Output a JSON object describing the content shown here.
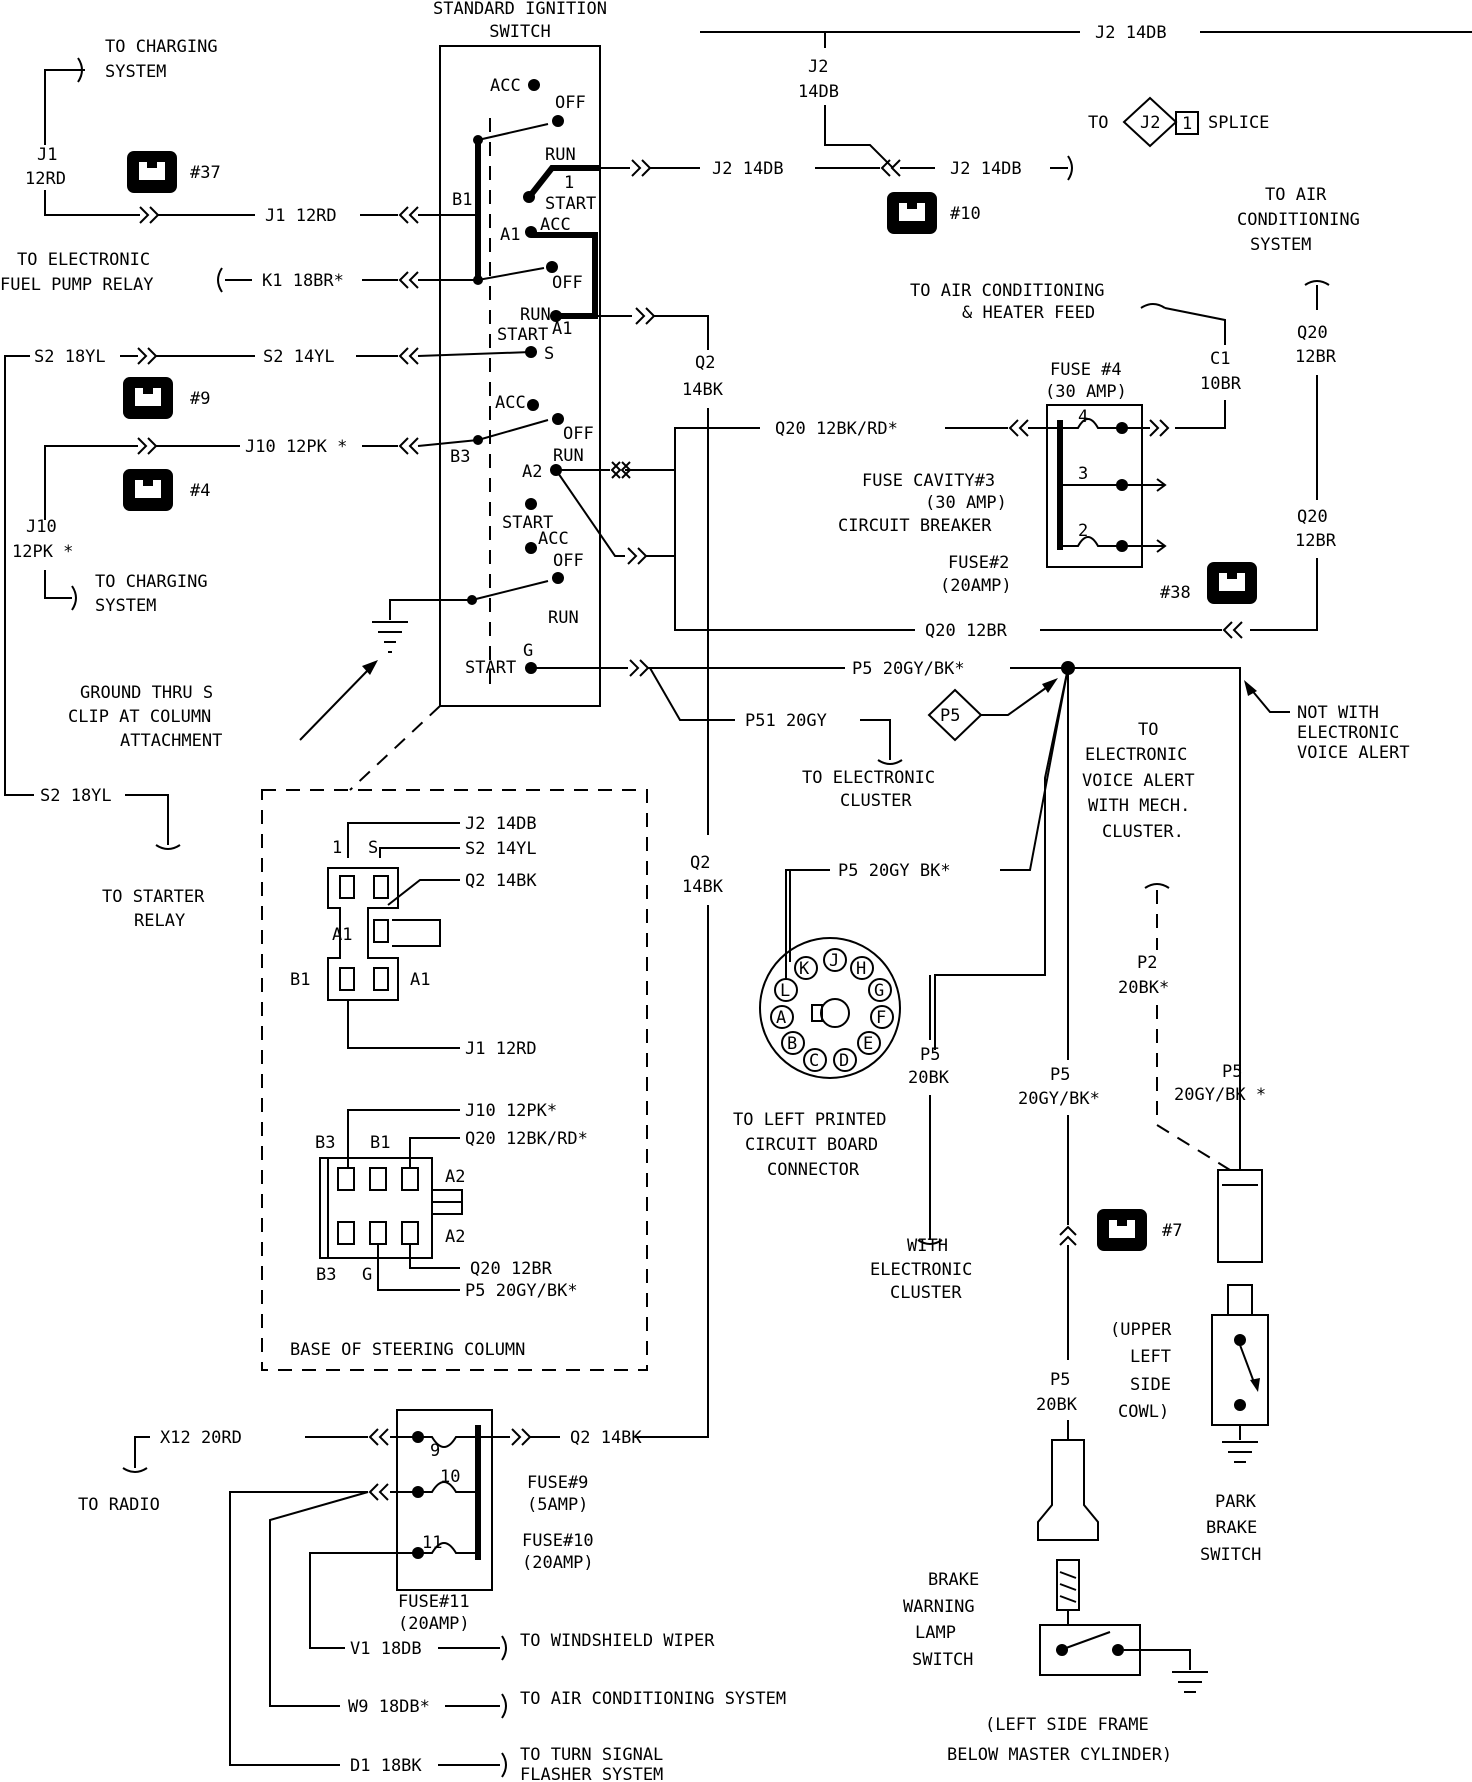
{
  "title": {
    "line1": "STANDARD IGNITION",
    "line2": "SWITCH"
  },
  "switch_labels": {
    "acc": "ACC",
    "off": "OFF",
    "run": "RUN",
    "start": "START",
    "b1": "B1",
    "a1": "A1",
    "b3": "B3",
    "a2": "A2",
    "s": "S",
    "g": "G",
    "num1": "1"
  },
  "wires": {
    "j1_12rd": "J1 12RD",
    "j1": "J1",
    "rd12": "12RD",
    "k1_18br": "K1 18BR*",
    "s2_14yl": "S2 14YL",
    "s2_18yl": "S2 18YL",
    "j10_12pk": "J10 12PK *",
    "j10": "J10",
    "pk12": "12PK *",
    "j2_14db": "J2 14DB",
    "j2": "J2",
    "db14": "14DB",
    "q2": "Q2",
    "bk14": "14BK",
    "q2_14bk": "Q2 14BK",
    "q20_12bkrd": "Q20 12BK/RD*",
    "q20_12br": "Q20 12BR",
    "q20": "Q20",
    "br12": "12BR",
    "c1": "C1",
    "br10": "10BR",
    "p5_20gybk": "P5 20GY/BK*",
    "p51_20gy": "P51 20GY",
    "p5_20gybk_b": "P5 20GY BK*",
    "p5": "P5",
    "bk20": "20BK",
    "gybk20": "20GY/BK*",
    "gybk20b": "20GY/BK *",
    "p2": "P2",
    "bk20s": "20BK*",
    "x12_20rd": "X12 20RD",
    "v1_18db": "V1 18DB",
    "w9_18db": "W9 18DB*",
    "d1_18bk": "D1 18BK"
  },
  "destinations": {
    "charging1": [
      "TO CHARGING",
      "SYSTEM"
    ],
    "fuel_pump": [
      "TO ELECTRONIC",
      "FUEL PUMP RELAY"
    ],
    "charging2": [
      "TO CHARGING",
      "SYSTEM"
    ],
    "ground_clip": [
      "GROUND THRU S",
      "CLIP AT COLUMN",
      "ATTACHMENT"
    ],
    "starter": [
      "TO STARTER",
      "RELAY"
    ],
    "splice_to": "TO",
    "splice_j2": "J2",
    "splice_num": "1",
    "splice_word": "SPLICE",
    "air_cond": [
      "TO AIR",
      "CONDITIONING",
      "SYSTEM"
    ],
    "ac_heater": [
      "TO AIR CONDITIONING",
      "& HEATER FEED"
    ],
    "elec_cluster": [
      "TO ELECTRONIC",
      "CLUSTER"
    ],
    "not_with": [
      "NOT WITH",
      "ELECTRONIC",
      "VOICE ALERT"
    ],
    "voice_alert": [
      "TO",
      "ELECTRONIC",
      "VOICE ALERT",
      "WITH MECH.",
      "CLUSTER."
    ],
    "left_pcb": [
      "TO LEFT PRINTED",
      "CIRCUIT BOARD",
      "CONNECTOR"
    ],
    "with_cluster": [
      "WITH",
      "ELECTRONIC",
      "CLUSTER"
    ],
    "upper_cowl": [
      "(UPPER",
      "LEFT",
      "SIDE",
      "COWL)"
    ],
    "park_brake": [
      "PARK",
      "BRAKE",
      "SWITCH"
    ],
    "brake_warning": [
      "BRAKE",
      "WARNING",
      "LAMP",
      "SWITCH"
    ],
    "left_frame": [
      "(LEFT SIDE FRAME",
      "BELOW MASTER CYLINDER)"
    ],
    "radio": "TO RADIO",
    "wiper": "TO WINDSHIELD WIPER",
    "ac_system": "TO AIR CONDITIONING SYSTEM",
    "turn_signal": [
      "TO TURN SIGNAL",
      "FLASHER SYSTEM"
    ]
  },
  "connector_refs": {
    "c37": "#37",
    "c10": "#10",
    "c9": "#9",
    "c4": "#4",
    "c38": "#38",
    "c7": "#7"
  },
  "fuses": {
    "fuse4": [
      "FUSE #4",
      "(30 AMP)"
    ],
    "cavity3": [
      "FUSE CAVITY#3",
      "(30 AMP)",
      "CIRCUIT BREAKER"
    ],
    "fuse2": [
      "FUSE#2",
      "(20AMP)"
    ],
    "n4": "4",
    "n3": "3",
    "n2": "2",
    "fuse9": [
      "FUSE#9",
      "(5AMP)"
    ],
    "fuse10": [
      "FUSE#10",
      "(20AMP)"
    ],
    "fuse11": [
      "FUSE#11",
      "(20AMP)"
    ],
    "n9": "9",
    "n10": "10",
    "n11": "11"
  },
  "steering_base": {
    "caption": "BASE OF STEERING COLUMN",
    "j2_14db": "J2 14DB",
    "s2_14yl": "S2 14YL",
    "q2_14bk": "Q2 14BK",
    "j1_12rd": "J1 12RD",
    "j10_12pk": "J10 12PK*",
    "q20_12bkrd": "Q20 12BK/RD*",
    "q20_12br": "Q20 12BR",
    "p5_20gybk": "P5 20GY/BK*",
    "l1": "1",
    "ls": "S",
    "la1": "A1",
    "lb1": "B1",
    "la1b": "A1",
    "lb3": "B3",
    "lb1b": "B1",
    "la2": "A2",
    "la2b": "A2",
    "lb3b": "B3",
    "lg": "G"
  },
  "pcb_pins": [
    "K",
    "J",
    "H",
    "L",
    "G",
    "A",
    "F",
    "B",
    "E",
    "C",
    "D"
  ],
  "splice_p5": "P5"
}
